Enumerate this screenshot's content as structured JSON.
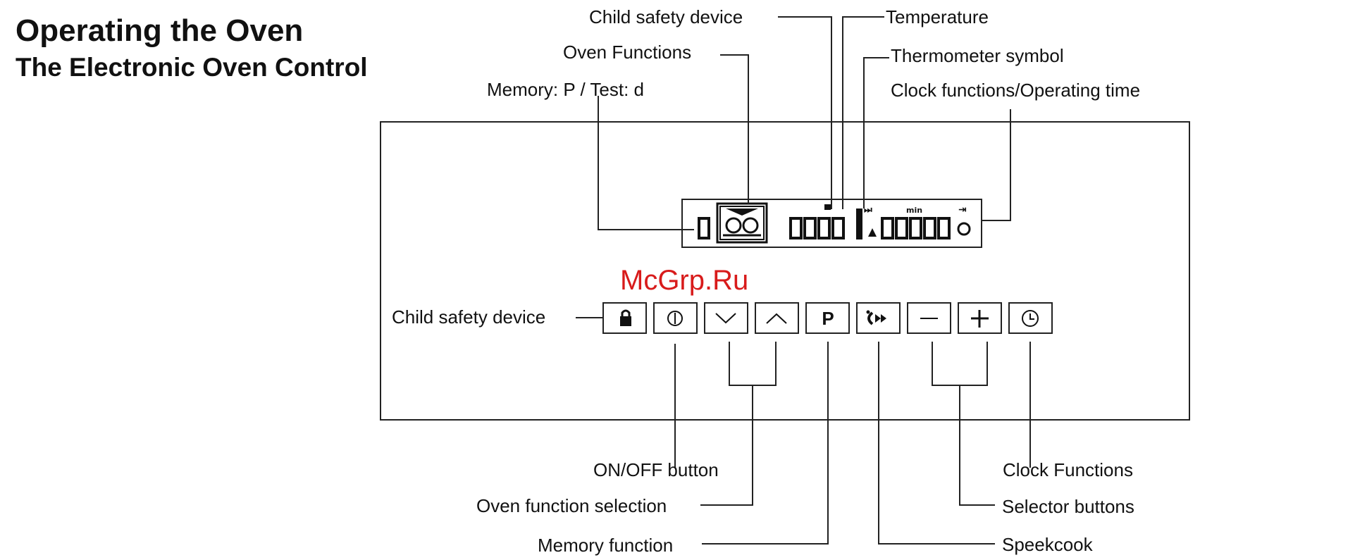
{
  "header": {
    "title": "Operating the Oven",
    "subtitle": "The Electronic Oven Control"
  },
  "watermark": "McGrp.Ru",
  "display_labels": {
    "child_safety": "Child safety device",
    "temperature": "Temperature",
    "oven_functions": "Oven Functions",
    "thermometer": "Thermometer symbol",
    "memory_test": "Memory: P / Test: d",
    "clock_operating": "Clock functions/Operating time"
  },
  "button_labels": {
    "child_safety": "Child safety device",
    "on_off": "ON/OFF button",
    "oven_function_selection": "Oven function selection",
    "memory_function": "Memory function",
    "clock_functions": "Clock Functions",
    "selector_buttons": "Selector buttons",
    "speekcook": "Speekcook"
  },
  "buttons": [
    {
      "name": "child-safety-button",
      "icon": "lock-icon"
    },
    {
      "name": "on-off-button",
      "icon": "power-icon"
    },
    {
      "name": "down-button",
      "icon": "chevron-down-icon"
    },
    {
      "name": "up-button",
      "icon": "chevron-up-icon"
    },
    {
      "name": "memory-button",
      "icon": "memory-p-icon",
      "glyph": "P"
    },
    {
      "name": "speekcook-button",
      "icon": "speekcook-icon"
    },
    {
      "name": "minus-button",
      "icon": "minus-icon"
    },
    {
      "name": "plus-button",
      "icon": "plus-icon"
    },
    {
      "name": "clock-button",
      "icon": "clock-icon"
    }
  ]
}
